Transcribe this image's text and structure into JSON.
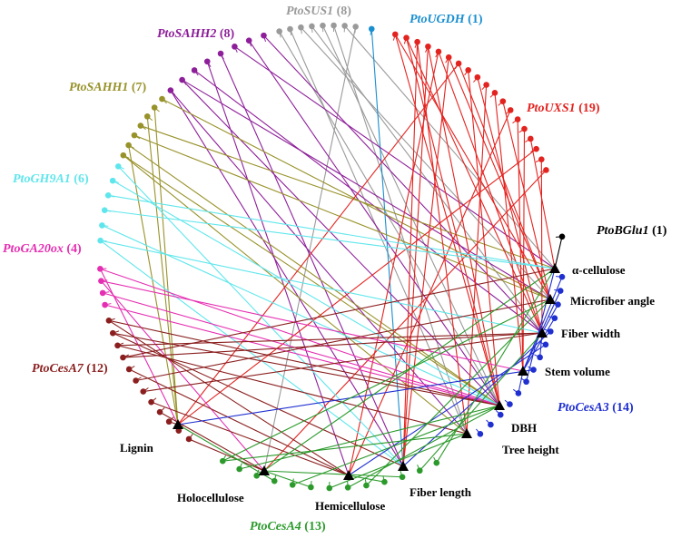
{
  "colors": {
    "PtoSUS1": "#9a9a9a",
    "PtoUGDH": "#1a8fd0",
    "PtoSAHH2": "#8e1f9a",
    "PtoSAHH1": "#98922a",
    "PtoUXS1": "#e3231f",
    "PtoGH9A1": "#5fe6ec",
    "PtoGA20ox": "#e52fb2",
    "PtoBGlu1": "#000000",
    "PtoCesA7": "#8b1f1f",
    "PtoCesA3": "#1f2fd0",
    "PtoCesA4": "#2b9a2b"
  },
  "gene_groups": [
    {
      "id": "PtoSUS1",
      "name": "PtoSUS1",
      "count": "(8)"
    },
    {
      "id": "PtoUGDH",
      "name": "PtoUGDH",
      "count": "(1)"
    },
    {
      "id": "PtoSAHH2",
      "name": "PtoSAHH2",
      "count": "(8)"
    },
    {
      "id": "PtoSAHH1",
      "name": "PtoSAHH1",
      "count": "(7)"
    },
    {
      "id": "PtoUXS1",
      "name": "PtoUXS1",
      "count": "(19)"
    },
    {
      "id": "PtoGH9A1",
      "name": "PtoGH9A1",
      "count": "(6)"
    },
    {
      "id": "PtoGA20ox",
      "name": "PtoGA20ox",
      "count": "(4)"
    },
    {
      "id": "PtoBGlu1",
      "name": "PtoBGlu1",
      "count": "(1)"
    },
    {
      "id": "PtoCesA7",
      "name": "PtoCesA7",
      "count": "(12)"
    },
    {
      "id": "PtoCesA3",
      "name": "PtoCesA3",
      "count": "(14)"
    },
    {
      "id": "PtoCesA4",
      "name": "PtoCesA4",
      "count": "(13)"
    }
  ],
  "traits": [
    {
      "id": "alpha-cellulose",
      "label": "α-cellulose"
    },
    {
      "id": "microfiber-angle",
      "label": "Microfiber angle"
    },
    {
      "id": "fiber-width",
      "label": "Fiber width"
    },
    {
      "id": "stem-volume",
      "label": "Stem volume"
    },
    {
      "id": "dbh",
      "label": "DBH"
    },
    {
      "id": "tree-height",
      "label": "Tree height"
    },
    {
      "id": "fiber-length",
      "label": "Fiber length"
    },
    {
      "id": "hemicellulose",
      "label": "Hemicellulose"
    },
    {
      "id": "holocellulose",
      "label": "Holocellulose"
    },
    {
      "id": "lignin",
      "label": "Lignin"
    }
  ]
}
